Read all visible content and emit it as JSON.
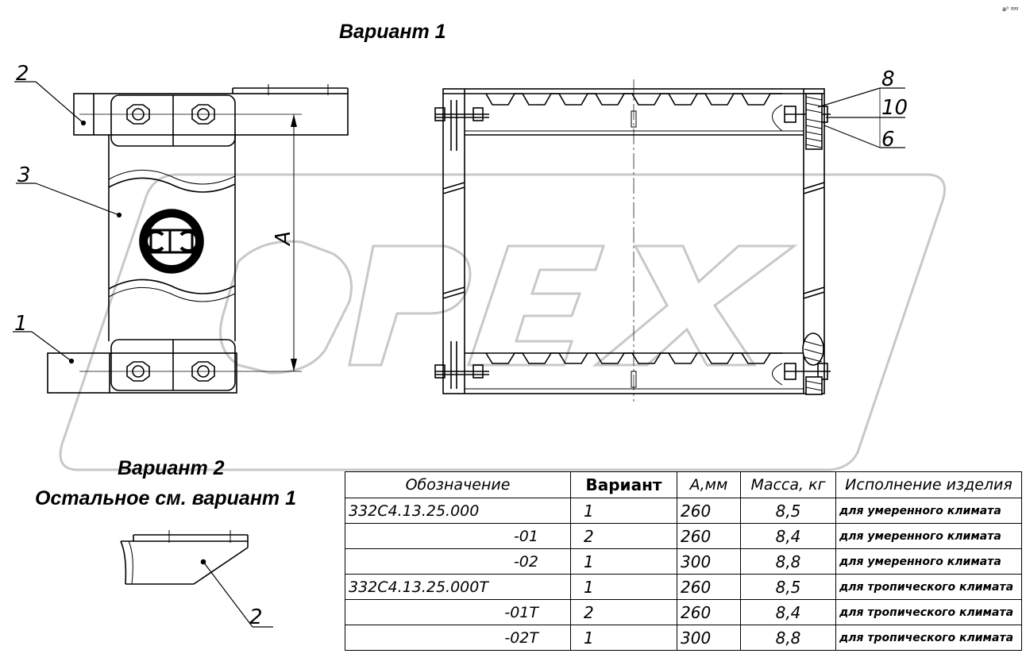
{
  "headings": {
    "variant1": "Вариант 1",
    "variant2": "Вариант 2",
    "variant2_note": "Остальное см. вариант 1"
  },
  "callouts": {
    "left_view": [
      "2",
      "3",
      "1"
    ],
    "dimension": "А",
    "right_view": [
      "8",
      "10",
      "6"
    ],
    "variant2_view": [
      "2"
    ]
  },
  "corner_mark": "a⁰ ᵍᵍᵍ",
  "watermark": {
    "text": "OPEX",
    "color": "#c8c8c8"
  },
  "table": {
    "headers": [
      "Обозначение",
      "Вариант",
      "А,мм",
      "Масса, кг",
      "Исполнение изделия"
    ],
    "rows": [
      {
        "code": "332С4.13.25.000",
        "variant": "1",
        "a_mm": "260",
        "mass_kg": "8,5",
        "execution": "для умеренного климата"
      },
      {
        "code": "-01",
        "variant": "2",
        "a_mm": "260",
        "mass_kg": "8,4",
        "execution": "для умеренного климата"
      },
      {
        "code": "-02",
        "variant": "1",
        "a_mm": "300",
        "mass_kg": "8,8",
        "execution": "для умеренного климата"
      },
      {
        "code": "332С4.13.25.000Т",
        "variant": "1",
        "a_mm": "260",
        "mass_kg": "8,5",
        "execution": "для тропического климата"
      },
      {
        "code": "-01Т",
        "variant": "2",
        "a_mm": "260",
        "mass_kg": "8,4",
        "execution": "для тропического климата"
      },
      {
        "code": "-02Т",
        "variant": "1",
        "a_mm": "300",
        "mass_kg": "8,8",
        "execution": "для тропического климата"
      }
    ]
  }
}
